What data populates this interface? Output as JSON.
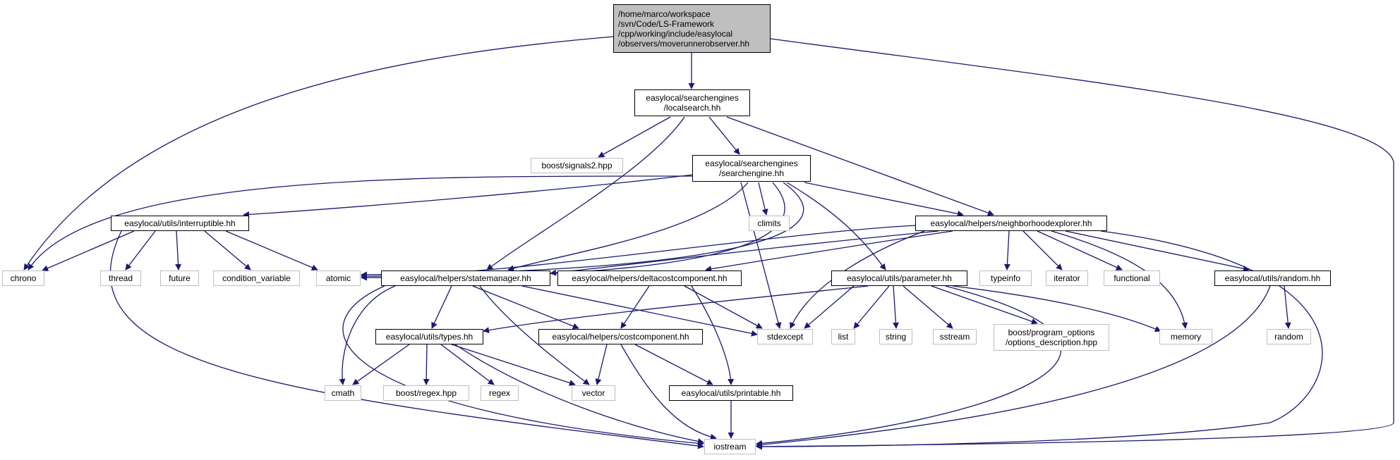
{
  "nodes": {
    "root": [
      "/home/marco/workspace",
      "/svn/Code/LS-Framework",
      "/cpp/working/include/easylocal",
      "/observers/moverunnerobserver.hh"
    ],
    "localsearch": [
      "easylocal/searchengines",
      "/localsearch.hh"
    ],
    "signals2": [
      "boost/signals2.hpp"
    ],
    "searchengine": [
      "easylocal/searchengines",
      "/searchengine.hh"
    ],
    "climits": [
      "climits"
    ],
    "interruptible": [
      "easylocal/utils/interruptible.hh"
    ],
    "neighborhoodexplorer": [
      "easylocal/helpers/neighborhoodexplorer.hh"
    ],
    "chrono": [
      "chrono"
    ],
    "thread": [
      "thread"
    ],
    "future": [
      "future"
    ],
    "condition_variable": [
      "condition_variable"
    ],
    "atomic": [
      "atomic"
    ],
    "statemanager": [
      "easylocal/helpers/statemanager.hh"
    ],
    "deltacostcomponent": [
      "easylocal/helpers/deltacostcomponent.hh"
    ],
    "parameter": [
      "easylocal/utils/parameter.hh"
    ],
    "typeinfo": [
      "typeinfo"
    ],
    "iterator": [
      "iterator"
    ],
    "functional": [
      "functional"
    ],
    "random_hh": [
      "easylocal/utils/random.hh"
    ],
    "types": [
      "easylocal/utils/types.hh"
    ],
    "costcomponent": [
      "easylocal/helpers/costcomponent.hh"
    ],
    "stdexcept": [
      "stdexcept"
    ],
    "list": [
      "list"
    ],
    "string": [
      "string"
    ],
    "sstream": [
      "sstream"
    ],
    "options_description": [
      "boost/program_options",
      "/options_description.hpp"
    ],
    "memory": [
      "memory"
    ],
    "random": [
      "random"
    ],
    "cmath": [
      "cmath"
    ],
    "boost_regex": [
      "boost/regex.hpp"
    ],
    "regex": [
      "regex"
    ],
    "vector": [
      "vector"
    ],
    "printable": [
      "easylocal/utils/printable.hh"
    ],
    "iostream": [
      "iostream"
    ]
  },
  "colors": {
    "edge": "#191970",
    "root_fill": "#bfbfbf",
    "doc_border": "#000000",
    "ext_border": "#bfbfbf"
  }
}
